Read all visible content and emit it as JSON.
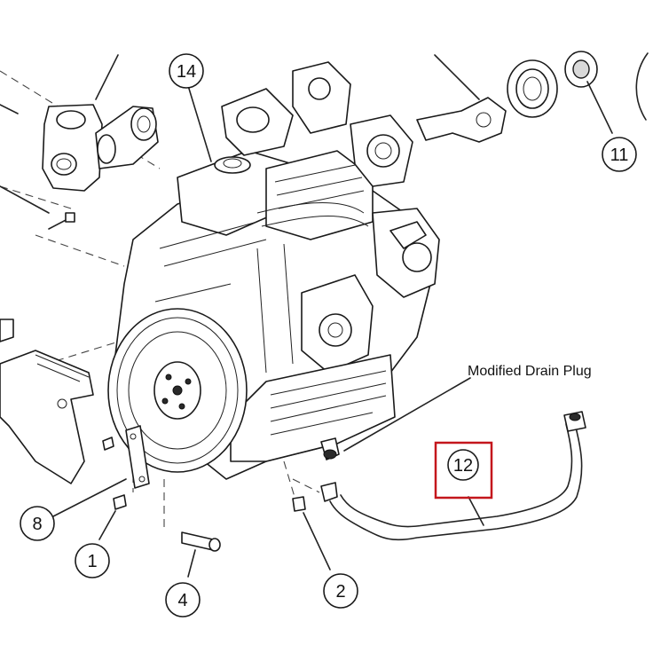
{
  "diagram": {
    "annotation": "Modified Drain Plug",
    "callouts": {
      "c14": "14",
      "c11": "11",
      "c12": "12",
      "c8": "8",
      "c1": "1",
      "c2": "2",
      "c4": "4"
    },
    "highlight_color": "#c4161c",
    "line_color": "#1a1a1a"
  }
}
